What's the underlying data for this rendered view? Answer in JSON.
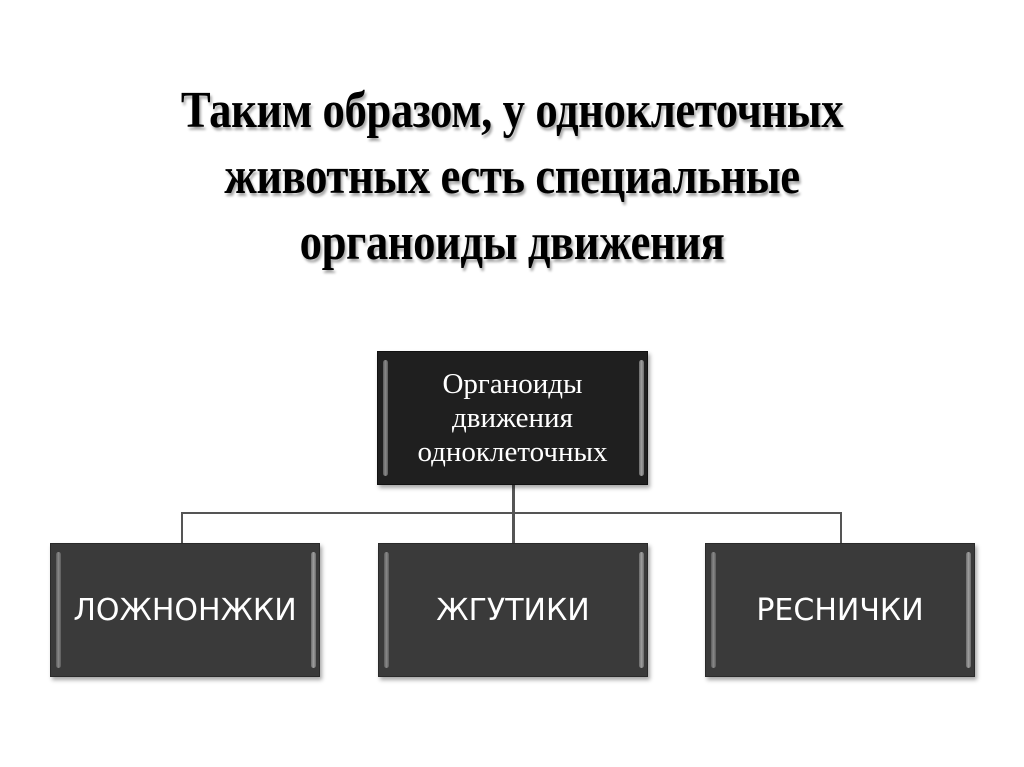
{
  "slide": {
    "title_lines": [
      "Таким образом, у одноклеточных",
      "животных есть специальные",
      "органоиды движения"
    ],
    "diagram": {
      "root": {
        "lines": [
          "Органоиды",
          "движения",
          "одноклеточных"
        ]
      },
      "children": [
        {
          "label": "ЛОЖНОНЖКИ"
        },
        {
          "label": "ЖГУТИКИ"
        },
        {
          "label": "РЕСНИЧКИ"
        }
      ]
    },
    "colors": {
      "root_fill": "#1f1f1f",
      "child_fill": "#3a3a3a",
      "text": "#ffffff",
      "connector": "#555555"
    }
  }
}
